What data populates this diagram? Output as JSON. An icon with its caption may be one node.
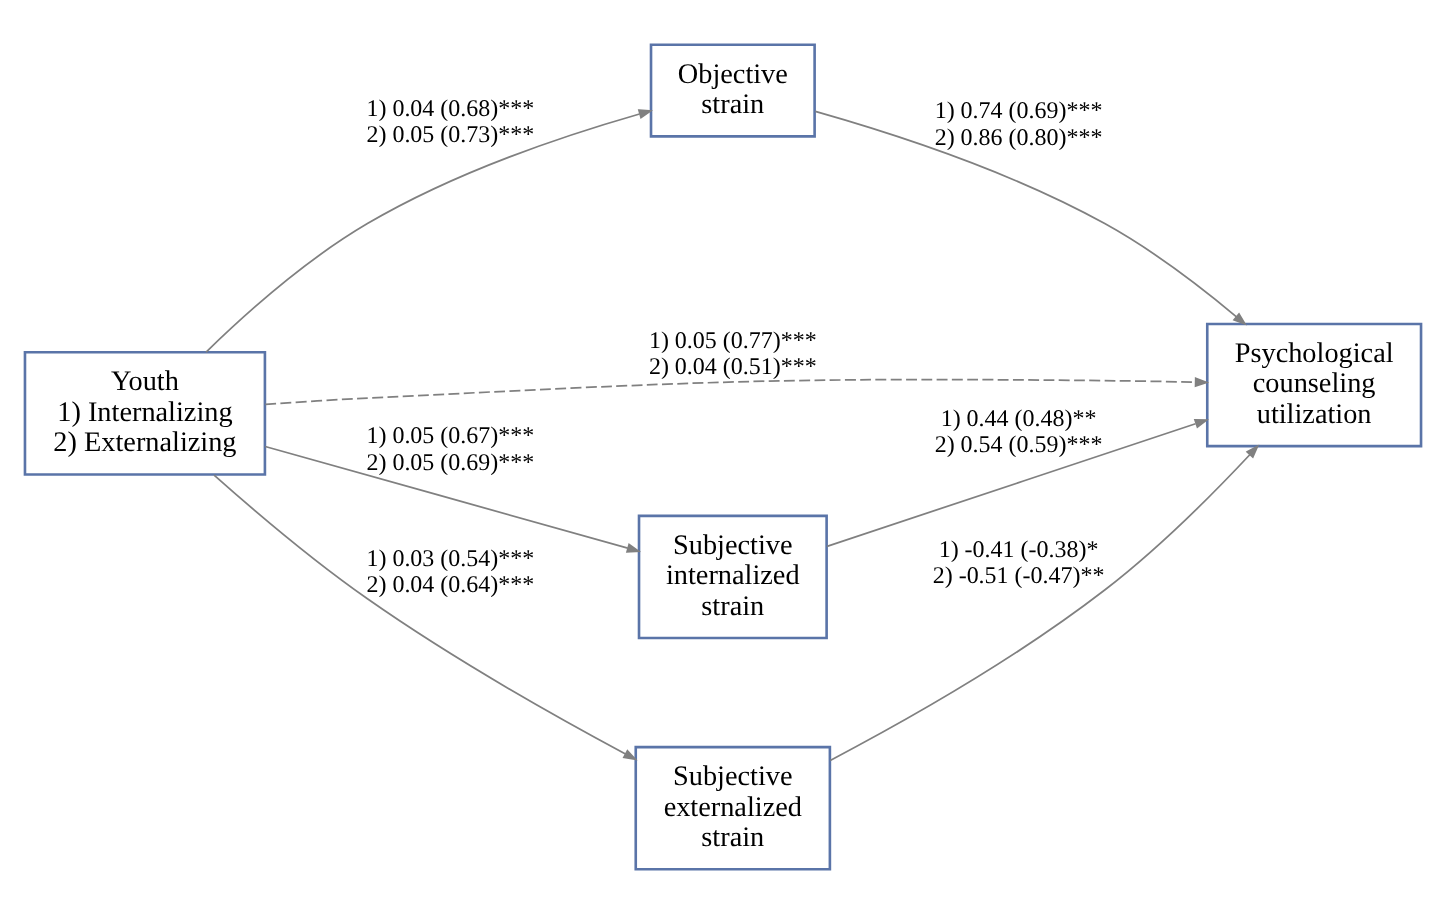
{
  "diagram": {
    "nodes": [
      {
        "text": [
          "Objective strain"
        ]
      },
      {
        "text": [
          "Youth",
          "1) Internalizing",
          "2) Externalizing"
        ]
      },
      {
        "text": [
          "Psychological counseling utilization"
        ]
      },
      {
        "text": [
          "Subjective internalized strain"
        ]
      },
      {
        "text": [
          "Subjective externalized strain"
        ]
      }
    ],
    "edges": [
      {
        "from": 1,
        "to": 0,
        "arrow": "to",
        "label": "1) 0.04 (0.68)*** 2) 0.05 (0.73)***"
      },
      {
        "from": 0,
        "to": 2,
        "arrow": "to",
        "label": "1) 0.74 (0.69)*** 2) 0.86 (0.80)***"
      },
      {
        "from": 1,
        "to": 2,
        "arrow": "to",
        "style": "dashed",
        "label": "1) 0.05 (0.77)*** 2) 0.04 (0.51)***"
      },
      {
        "from": 1,
        "to": 3,
        "arrow": "to",
        "label": "1) 0.05 (0.67)*** 2) 0.05 (0.69)***"
      },
      {
        "from": 3,
        "to": 2,
        "arrow": "to",
        "label": "1) 0.44 (0.48)** 2) 0.54 (0.59)***"
      },
      {
        "from": 1,
        "to": 4,
        "arrow": "to",
        "label": "1) 0.03 (0.54)*** 2) 0.04 (0.64)***"
      },
      {
        "from": 4,
        "to": 2,
        "arrow": "to",
        "label": "1) -0.41 (-0.38)* 2) -0.51 (-0.47)**"
      }
    ]
  }
}
